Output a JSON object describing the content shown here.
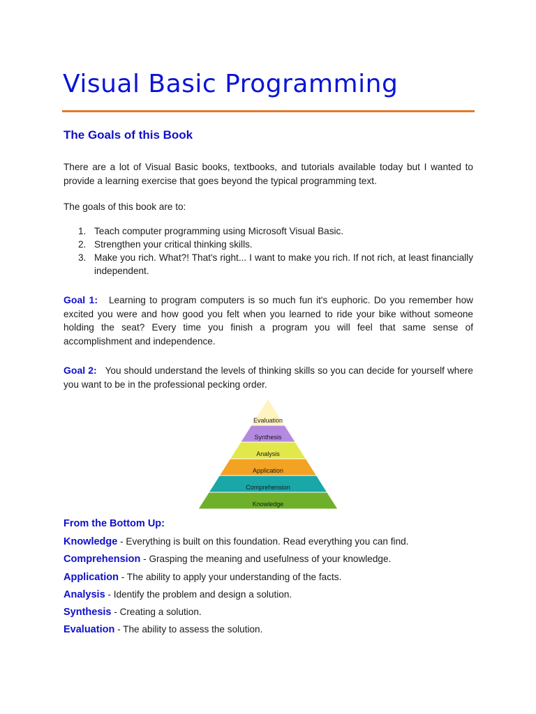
{
  "title": "Visual Basic Programming",
  "subtitle": "The Goals of this Book",
  "intro": "There are a lot of Visual Basic books, textbooks, and tutorials available today but I wanted to provide a learning exercise that goes beyond the typical programming text.",
  "goals_lead": "The goals of this book are to:",
  "goals": [
    {
      "num": "1.",
      "text": "Teach computer programming using Microsoft Visual Basic."
    },
    {
      "num": "2.",
      "text": "Strengthen your critical thinking skills."
    },
    {
      "num": "3.",
      "text": "Make you rich.  What?!  That's right... I want to make you rich.  If not rich, at least financially independent."
    }
  ],
  "goal1": {
    "label": "Goal 1:",
    "text": "Learning to program computers is so much fun it's euphoric.  Do you remember how excited you were and how good you felt when you learned to ride your bike without someone holding the seat?  Every time you finish a program you will feel that same sense of accomplishment and independence."
  },
  "goal2": {
    "label": "Goal 2:",
    "text": "You should understand the levels of thinking skills so you can decide for yourself where you want to be in the professional pecking order."
  },
  "pyramid": {
    "levels": [
      "Evaluation",
      "Synthesis",
      "Analysis",
      "Application",
      "Comprehension",
      "Knowledge"
    ],
    "colors": [
      "#fff3bf",
      "#b48ae0",
      "#e3e84a",
      "#f3a223",
      "#19a7a8",
      "#6fb02b"
    ]
  },
  "levels_header": "From the Bottom Up:",
  "levels": [
    {
      "name": "Knowledge",
      "desc": " - Everything is built on this foundation.  Read everything you can find."
    },
    {
      "name": "Comprehension",
      "desc": " - Grasping the meaning and usefulness of your knowledge."
    },
    {
      "name": "Application",
      "desc": " - The ability to apply your understanding of the facts."
    },
    {
      "name": "Analysis",
      "desc": " - Identify the problem and design a solution."
    },
    {
      "name": "Synthesis",
      "desc": " - Creating a solution."
    },
    {
      "name": "Evaluation",
      "desc": " - The ability to assess the solution."
    }
  ]
}
